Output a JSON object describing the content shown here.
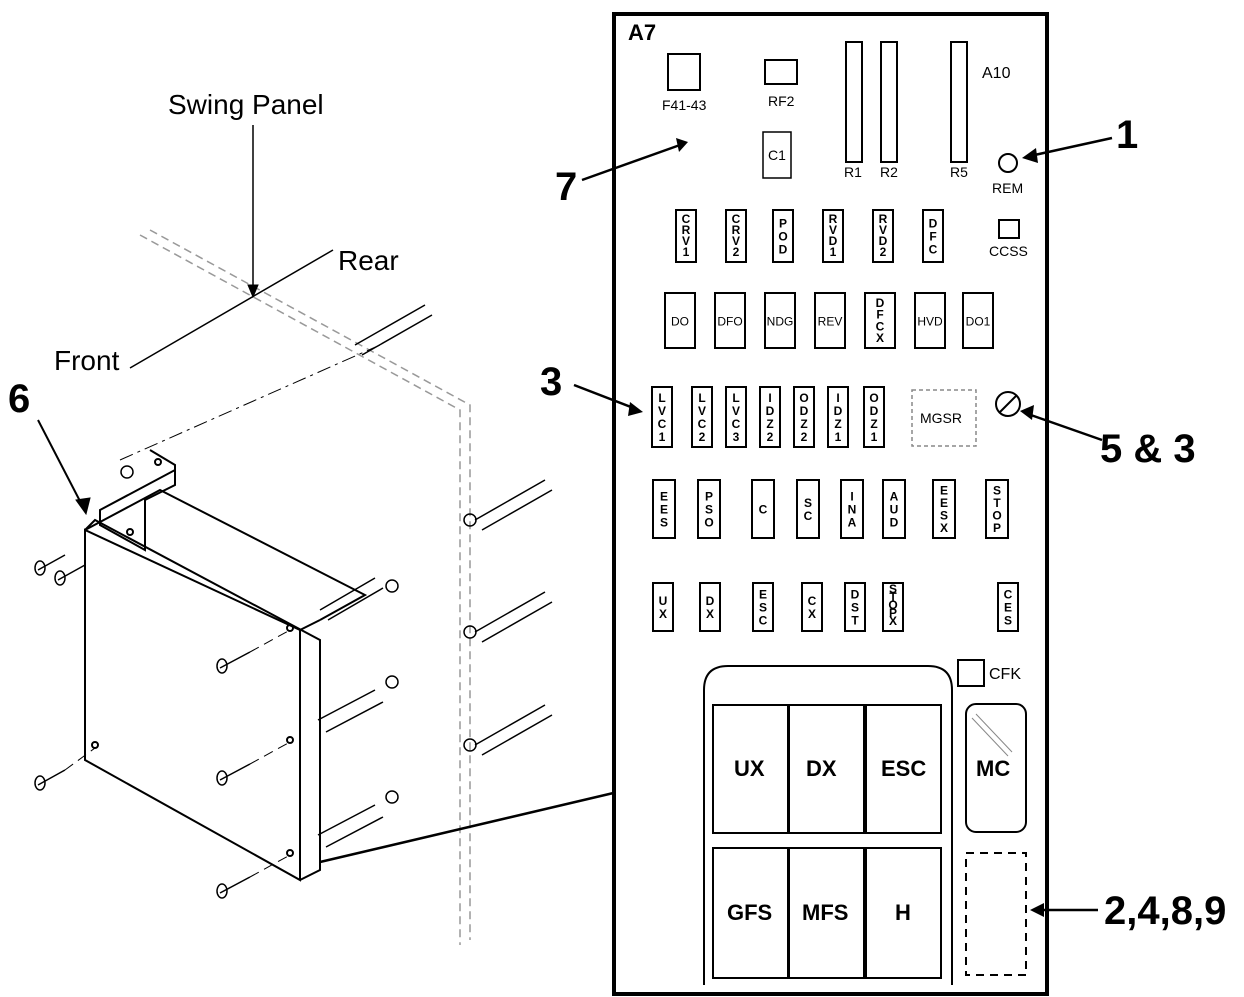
{
  "left_view": {
    "swing_panel": "Swing Panel",
    "rear": "Rear",
    "front": "Front",
    "callout_6": "6"
  },
  "board": {
    "title": "A7",
    "a10": "A10",
    "f41": "F41-43",
    "rf2": "RF2",
    "c1": "C1",
    "r1": "R1",
    "r2": "R2",
    "r5": "R5",
    "rem": "REM",
    "ccss": "CCSS",
    "mgsr": "MGSR",
    "cfk": "CFK",
    "row_a": [
      "CRV1",
      "CRV2",
      "POD",
      "RVD1",
      "RVD2",
      "DFC"
    ],
    "row_b": [
      "DO",
      "DFO",
      "NDG",
      "REV",
      "DFCX",
      "HVD",
      "DO1"
    ],
    "row_c": [
      "LVC1",
      "LVC2",
      "LVC3",
      "IDZ2",
      "ODZ2",
      "IDZ1",
      "ODZ1"
    ],
    "row_d": [
      "EES",
      "PSO",
      "C",
      "SC",
      "INA",
      "AUD",
      "EESX",
      "STOP"
    ],
    "row_e": [
      "UX",
      "DX",
      "ESC",
      "CX",
      "DST",
      "STOPX",
      "CES"
    ],
    "large_top": [
      "UX",
      "DX",
      "ESC"
    ],
    "large_bottom": [
      "GFS",
      "MFS",
      "H"
    ],
    "mc": "MC"
  },
  "callouts": {
    "c1": "1",
    "c3": "3",
    "c53": "5 & 3",
    "c7": "7",
    "c2489": "2,4,8,9"
  }
}
